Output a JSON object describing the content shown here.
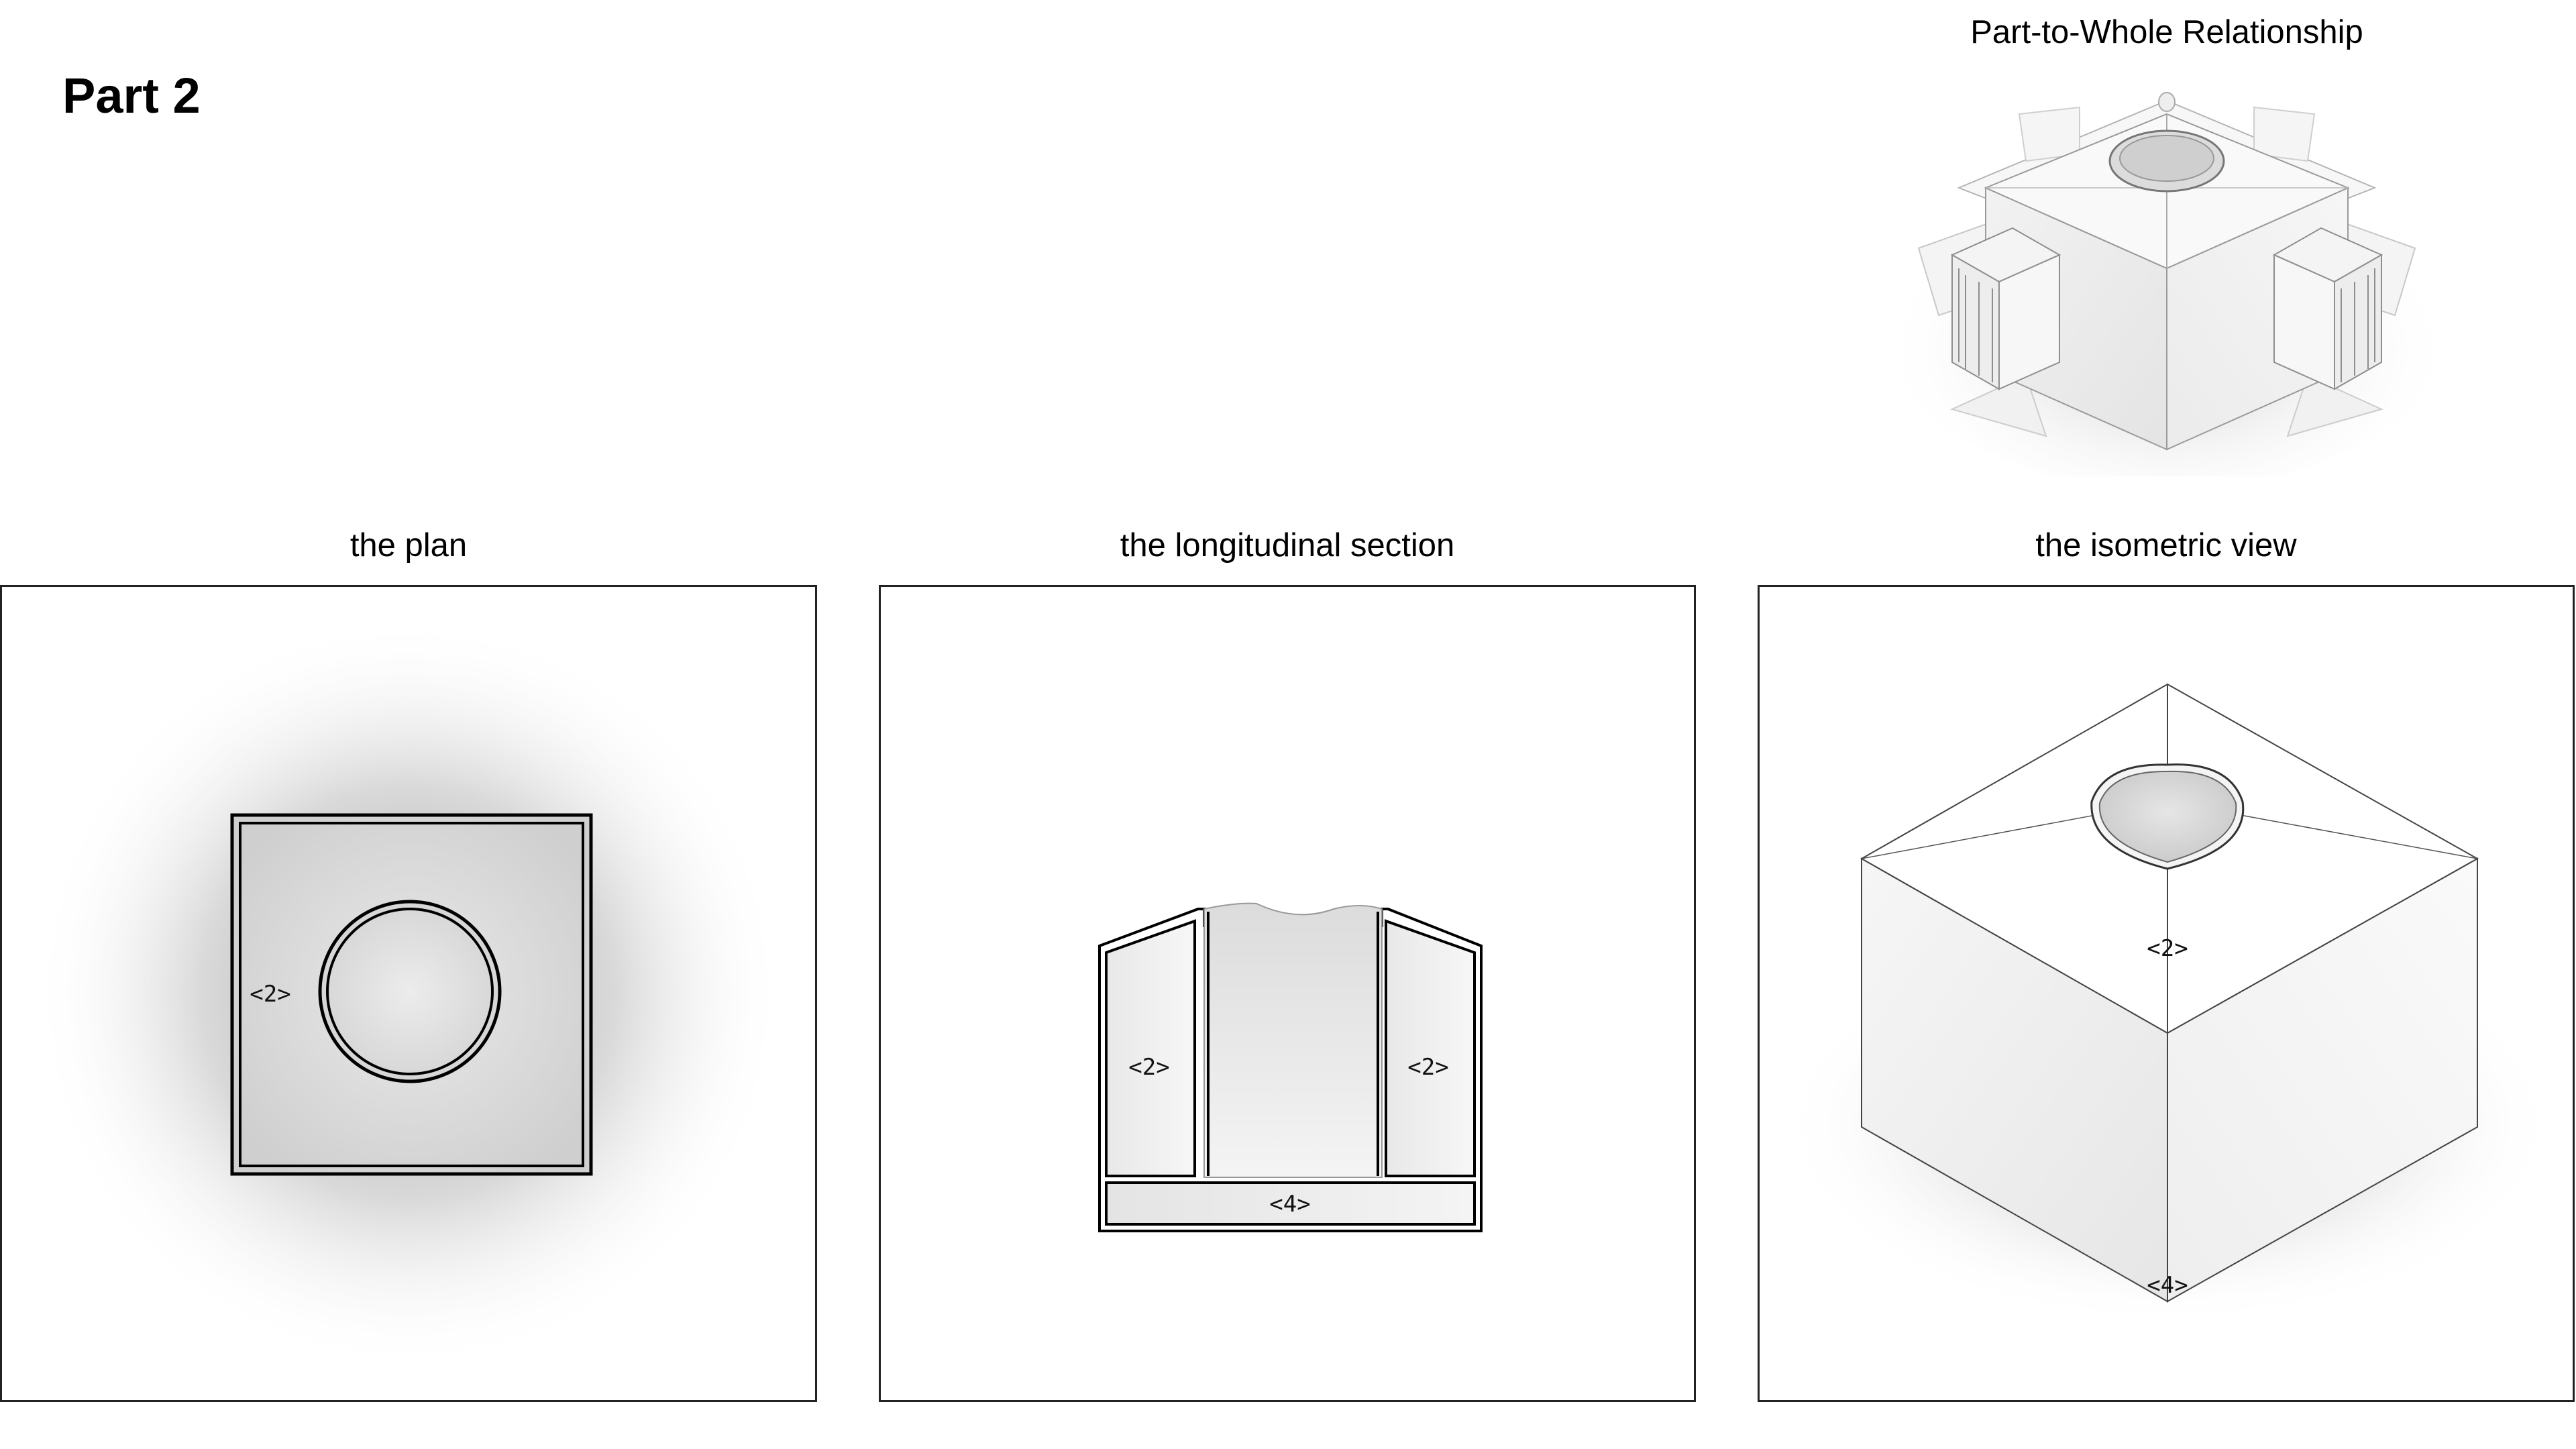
{
  "page": {
    "title": "Part 2"
  },
  "hero": {
    "caption": "Part-to-Whole Relationship"
  },
  "panels": {
    "plan": {
      "caption": "the plan",
      "labels": [
        "<2>"
      ]
    },
    "section": {
      "caption": "the longitudinal section",
      "labels": [
        "<2>",
        "<2>",
        "<4>"
      ]
    },
    "isometric": {
      "caption": "the isometric view",
      "labels": [
        "<2>",
        "<4>"
      ]
    }
  }
}
